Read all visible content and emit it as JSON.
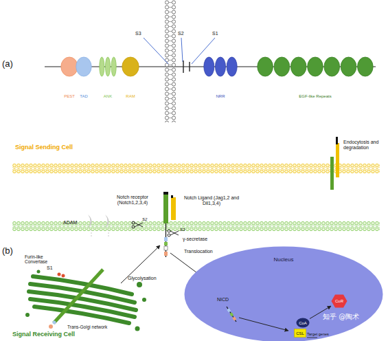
{
  "diagram": {
    "nodes": [
      {
        "text": [
          "PEST"
        ]
      },
      {
        "text": [
          "TAD"
        ]
      },
      {
        "text": [
          "ANK"
        ]
      },
      {
        "text": [
          "RAM"
        ]
      },
      {
        "text": [
          "NRR"
        ]
      },
      {
        "text": [
          "EGF-like Repeats"
        ]
      },
      {
        "text": [
          "Nucleus"
        ]
      },
      {
        "text": [
          "CoA"
        ],
        "in": 6
      },
      {
        "text": [
          "CSL"
        ],
        "in": 6
      },
      {
        "text": [
          "CoR"
        ],
        "in": 6
      }
    ],
    "edges": [
      {
        "from": 7,
        "to": 9,
        "arrow": "to"
      }
    ],
    "labels": [
      "(a)",
      "S3",
      "S2",
      "S1",
      "(b)",
      "Signal Sending Cell",
      "Endocytosis and degradation",
      "Notch receptor (Notch1,2,3,4)",
      "Notch Ligand (Jag1,2 and Dll1,3,4)",
      "ADAM",
      "S2",
      "S3",
      "γ-secretase",
      "Furin-like Convertase",
      "S1",
      "Glycolysation",
      "Translocation",
      "NICD",
      "Target genes",
      "Signal Receiving Cell",
      "Trans-Golgi network",
      "知乎 @陶术"
    ]
  }
}
